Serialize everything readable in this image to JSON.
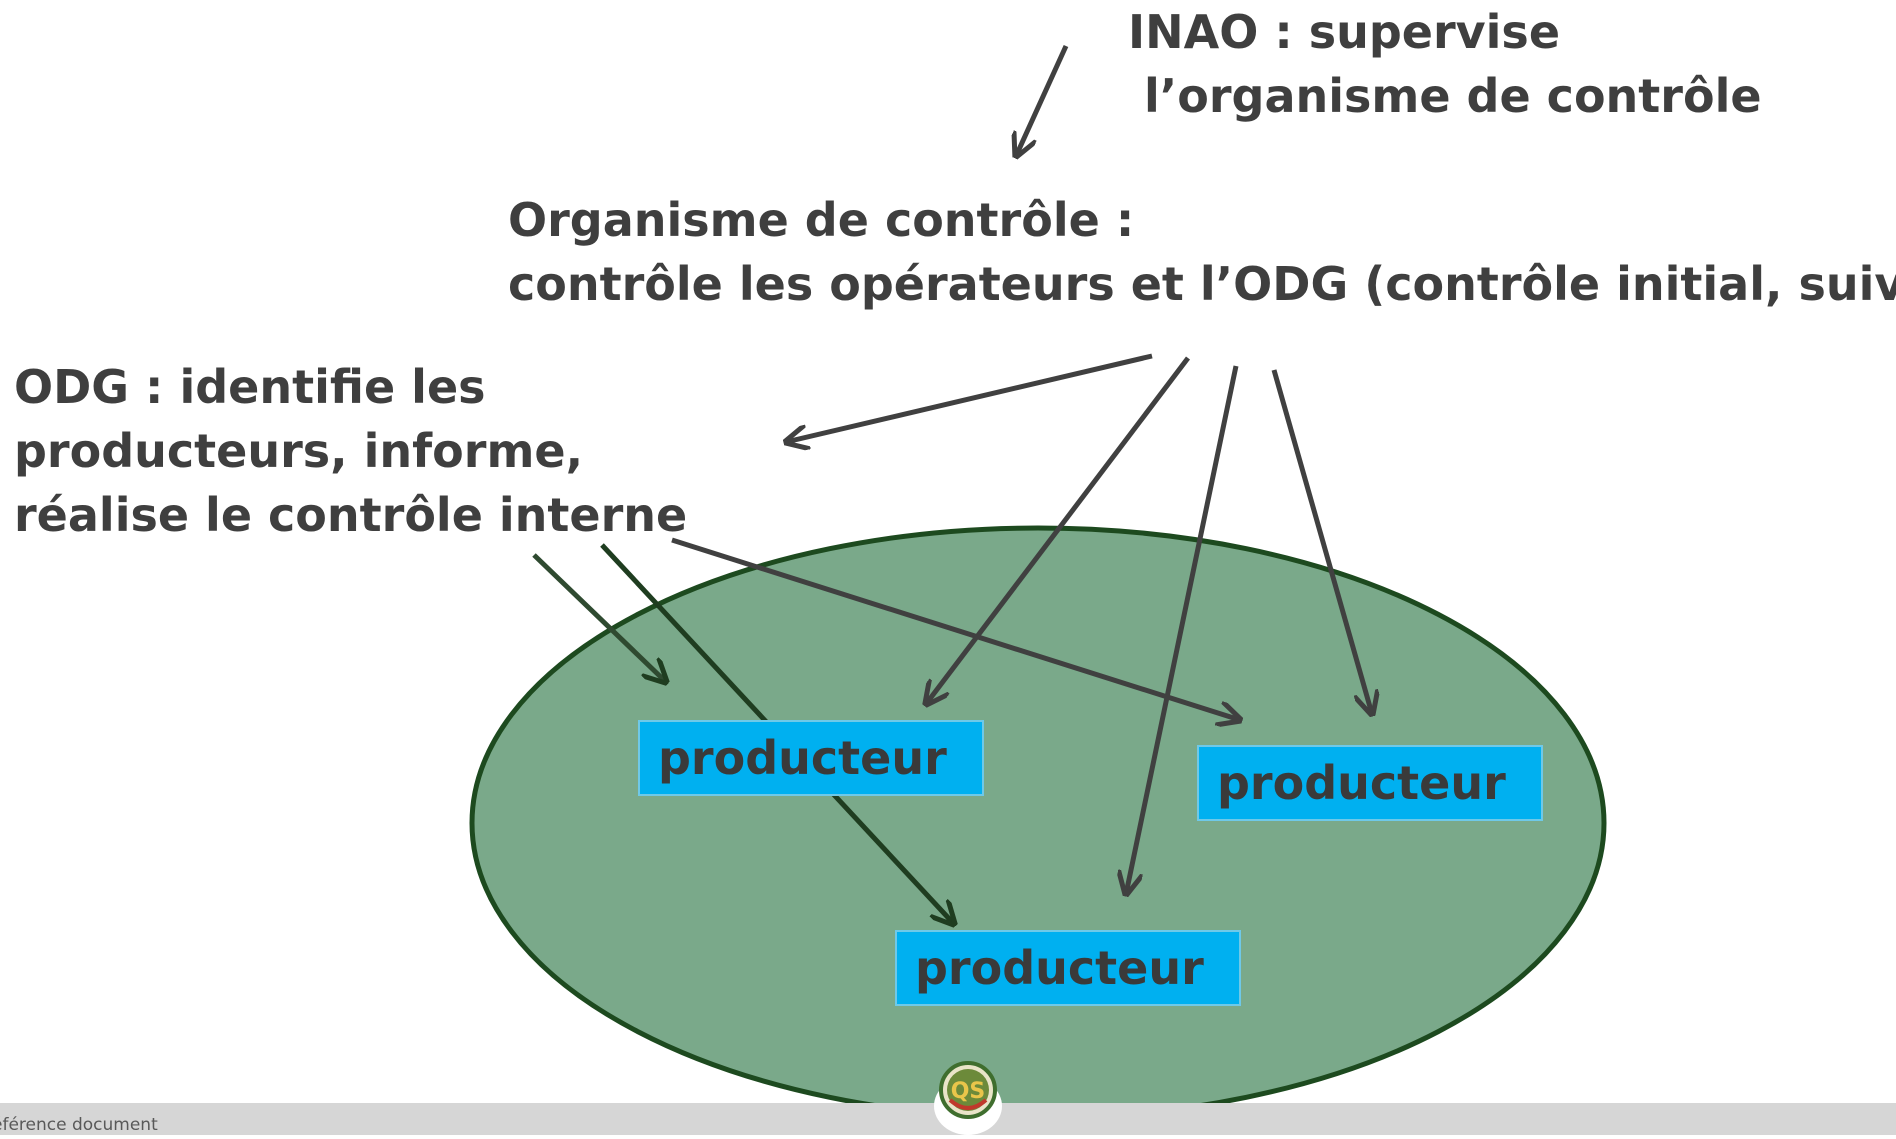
{
  "inao": {
    "line1": "INAO : supervise",
    "line2": "l’organisme de contrôle"
  },
  "organisme_controle": {
    "line1": "Organisme de contrôle :",
    "line2": "contrôle les opérateurs et l’ODG (contrôle initial, suivi)"
  },
  "odg": {
    "line1": "ODG : identifie les",
    "line2": "producteurs,  informe,",
    "line3": "réalise le contrôle interne"
  },
  "producers": [
    {
      "label": "producteur"
    },
    {
      "label": "producteur"
    },
    {
      "label": "producteur"
    }
  ],
  "footer": {
    "text": "éférence document"
  },
  "logo": {
    "text": "QS"
  },
  "colors": {
    "ellipse_fill": "#7aa98a",
    "ellipse_stroke": "#1d4a1f",
    "box_fill": "#00b0f0",
    "text": "#3f3f3f",
    "arrow_grey": "#404040",
    "arrow_green": "#1f3d20"
  }
}
